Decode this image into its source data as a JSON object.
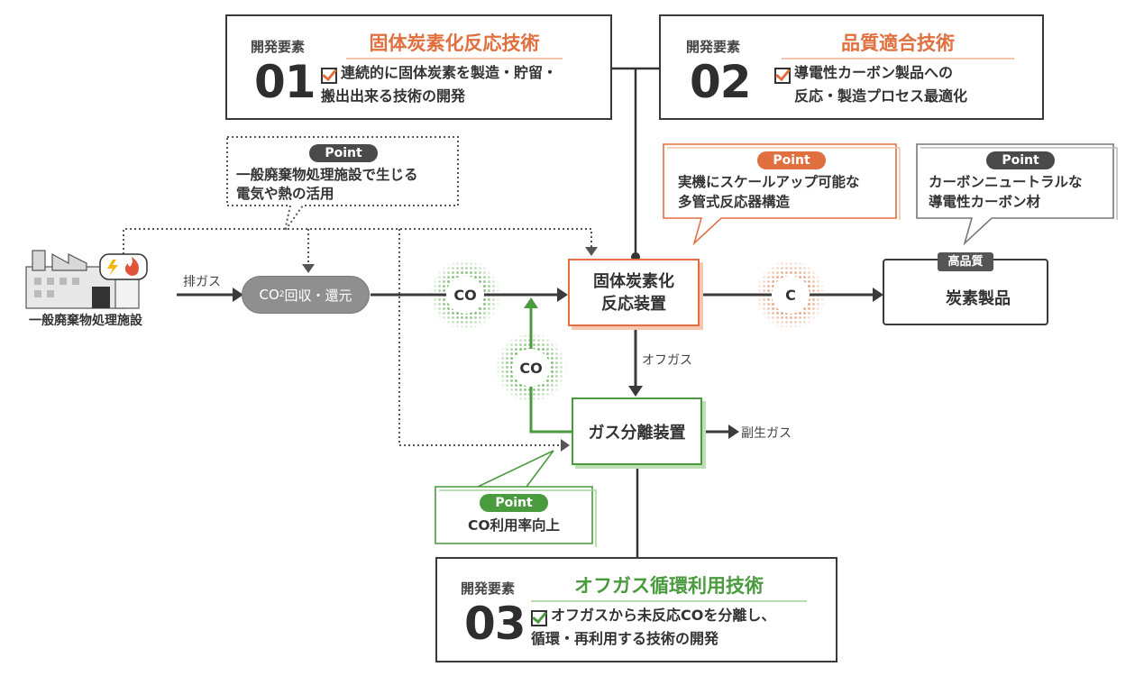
{
  "colors": {
    "orange": "#e0703f",
    "green": "#4a9a3e",
    "dark": "#3a3a3a",
    "gray": "#8f8f8f"
  },
  "dev_elements": [
    {
      "label": "開発要素",
      "number": "01",
      "title": "固体炭素化反応技術",
      "desc_lines": [
        "連続的に固体炭素を製造・貯留・",
        "搬出出来る技術の開発"
      ]
    },
    {
      "label": "開発要素",
      "number": "02",
      "title": "品質適合技術",
      "desc_lines": [
        "導電性カーボン製品への",
        "反応・製造プロセス最適化"
      ]
    },
    {
      "label": "開発要素",
      "number": "03",
      "title": "オフガス循環利用技術",
      "desc_lines": [
        "オフガスから未反応COを分離し、",
        "循環・再利用する技術の開発"
      ]
    }
  ],
  "points": [
    {
      "tag": "Point",
      "lines": [
        "一般廃棄物処理施設で生じる",
        "電気や熱の活用"
      ]
    },
    {
      "tag": "Point",
      "lines": [
        "実機にスケールアップ可能な",
        "多管式反応器構造"
      ]
    },
    {
      "tag": "Point",
      "lines": [
        "カーボンニュートラルな",
        "導電性カーボン材"
      ]
    },
    {
      "tag": "Point",
      "lines": [
        "CO利用率向上"
      ]
    }
  ],
  "nodes": {
    "facility": "一般廃棄物処理施設",
    "co2_prefix": "CO",
    "co2_sub": "2",
    "co2_suffix": " 回収・還元",
    "reactor_lines": [
      "固体炭素化",
      "反応装置"
    ],
    "separator": "ガス分離装置",
    "product_tag": "高品質",
    "product": "炭素製品",
    "co_main": "CO",
    "co_loop": "CO",
    "carbon": "C"
  },
  "edge_labels": {
    "exhaust": "排ガス",
    "offgas": "オフガス",
    "byproduct": "副生ガス"
  }
}
